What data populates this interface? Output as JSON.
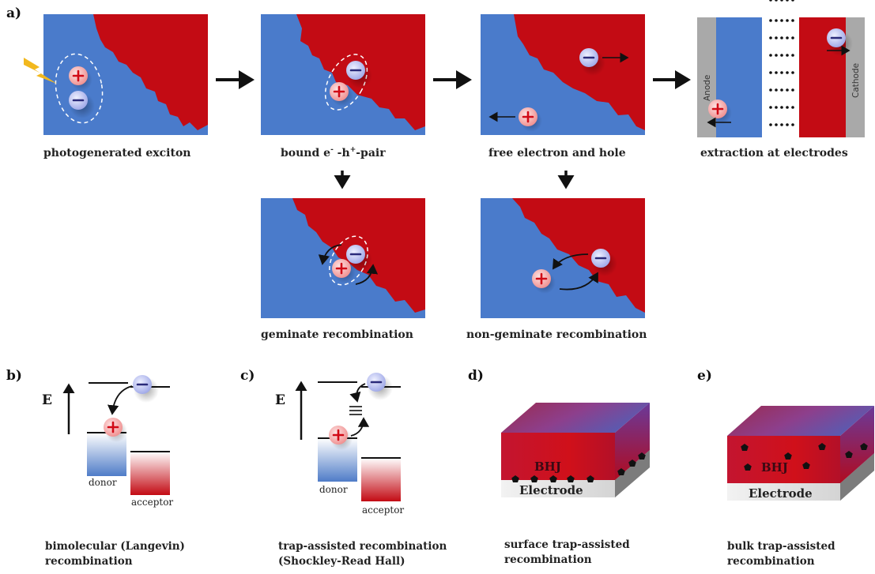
{
  "colors": {
    "donor_blue": "#4a7bcb",
    "acceptor_red": "#c30b14",
    "electrode_gray": "#a9a9a9"
  },
  "panel_labels": {
    "a": "a)",
    "b": "b)",
    "c": "c)",
    "d": "d)",
    "e": "e)"
  },
  "charges": {
    "hole": "+",
    "electron": "−"
  },
  "panel_a": {
    "step1": "photogenerated exciton",
    "step2_a": "bound  e",
    "step2_sup1": "-",
    "step2_b": " -h",
    "step2_sup2": "+",
    "step2_c": "-pair",
    "step3": "free electron and hole",
    "step4": "extraction at electrodes",
    "anode": "Anode",
    "cathode": "Cathode",
    "loss1": "geminate recombination",
    "loss2": "non-geminate recombination"
  },
  "panel_b": {
    "energy": "E",
    "donor": "donor",
    "acceptor": "acceptor",
    "caption_line1": "bimolecular (Langevin)",
    "caption_line2": "recombination"
  },
  "panel_c": {
    "energy": "E",
    "donor": "donor",
    "acceptor": "acceptor",
    "caption_line1": "trap-assisted recombination",
    "caption_line2": "(Shockley-Read Hall)"
  },
  "panel_d": {
    "bhj": "BHJ",
    "electrode": "Electrode",
    "caption_line1": "surface trap-assisted",
    "caption_line2": "recombination"
  },
  "panel_e": {
    "bhj": "BHJ",
    "electrode": "Electrode",
    "caption_line1": "bulk trap-assisted",
    "caption_line2": "recombination"
  }
}
